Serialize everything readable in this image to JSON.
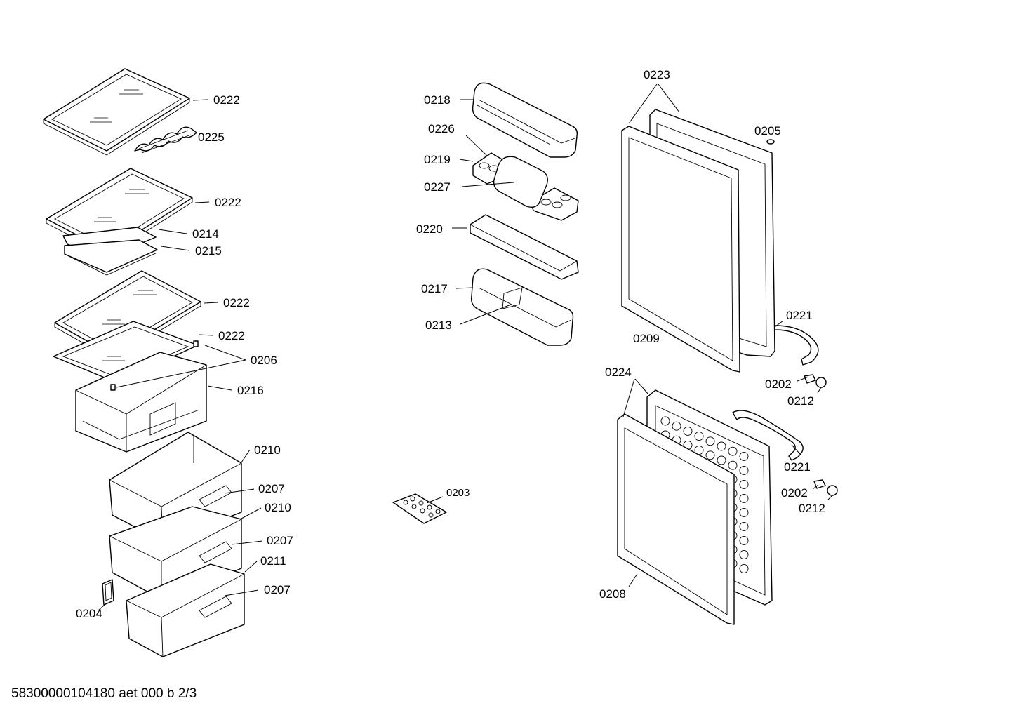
{
  "footer_text": "58300000104180 aet 000 b 2/3",
  "callouts": [
    {
      "id": "c1",
      "text": "0222"
    },
    {
      "id": "c2",
      "text": "0225"
    },
    {
      "id": "c3",
      "text": "0222"
    },
    {
      "id": "c4",
      "text": "0214"
    },
    {
      "id": "c5",
      "text": "0215"
    },
    {
      "id": "c6",
      "text": "0222"
    },
    {
      "id": "c7",
      "text": "0222"
    },
    {
      "id": "c8",
      "text": "0206"
    },
    {
      "id": "c9",
      "text": "0216"
    },
    {
      "id": "c10",
      "text": "0210"
    },
    {
      "id": "c11",
      "text": "0207"
    },
    {
      "id": "c12",
      "text": "0210"
    },
    {
      "id": "c13",
      "text": "0207"
    },
    {
      "id": "c14",
      "text": "0211"
    },
    {
      "id": "c15",
      "text": "0207"
    },
    {
      "id": "c16",
      "text": "0204"
    },
    {
      "id": "c17",
      "text": "0218"
    },
    {
      "id": "c18",
      "text": "0226"
    },
    {
      "id": "c19",
      "text": "0219"
    },
    {
      "id": "c20",
      "text": "0227"
    },
    {
      "id": "c21",
      "text": "0220"
    },
    {
      "id": "c22",
      "text": "0217"
    },
    {
      "id": "c23",
      "text": "0213"
    },
    {
      "id": "c24",
      "text": "0203"
    },
    {
      "id": "c25",
      "text": "0223"
    },
    {
      "id": "c26",
      "text": "0205"
    },
    {
      "id": "c27",
      "text": "0221"
    },
    {
      "id": "c28",
      "text": "0209"
    },
    {
      "id": "c29",
      "text": "0202"
    },
    {
      "id": "c30",
      "text": "0212"
    },
    {
      "id": "c31",
      "text": "0224"
    },
    {
      "id": "c32",
      "text": "0221"
    },
    {
      "id": "c33",
      "text": "0202"
    },
    {
      "id": "c34",
      "text": "0212"
    },
    {
      "id": "c35",
      "text": "0208"
    }
  ]
}
